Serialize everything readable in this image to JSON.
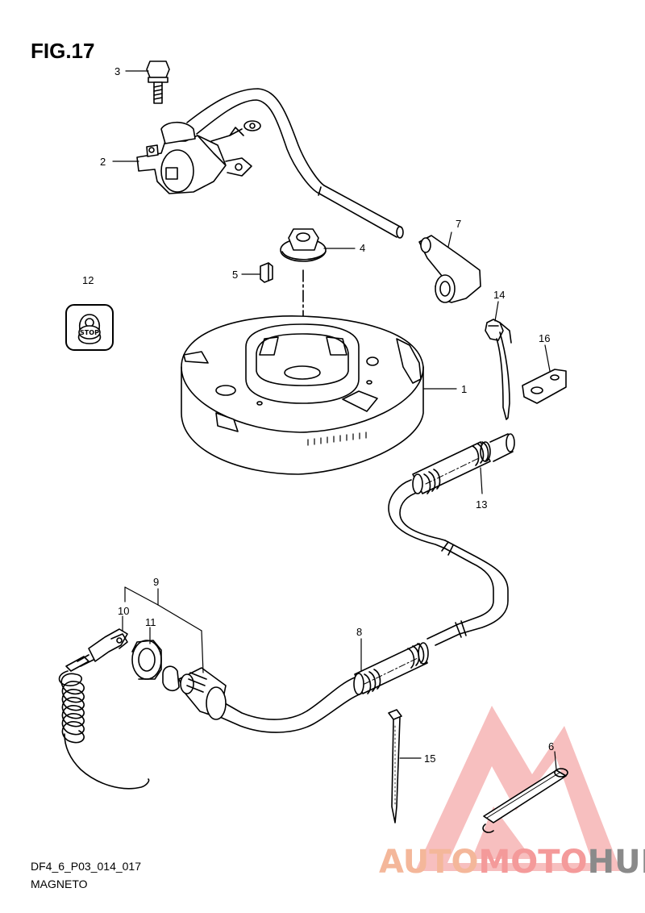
{
  "figure": {
    "title": "FIG.17",
    "code": "DF4_6_P03_014_017",
    "caption": "MAGNETO"
  },
  "callouts": {
    "c1": "1",
    "c2": "2",
    "c3": "3",
    "c4": "4",
    "c5": "5",
    "c6": "6",
    "c7": "7",
    "c8": "8",
    "c9": "9",
    "c10": "10",
    "c11": "11",
    "c12": "12",
    "c13": "13",
    "c14": "14",
    "c15": "15",
    "c16": "16"
  },
  "stop_button": {
    "label": "STOP"
  },
  "watermark": {
    "part1": "AUTO",
    "part2": "MOTO",
    "part3": "HUB",
    "colors": {
      "auto": "#f4b79a",
      "moto": "#f49a9a",
      "hub": "#8a8a8a",
      "logo": "#f3a3a3"
    }
  }
}
